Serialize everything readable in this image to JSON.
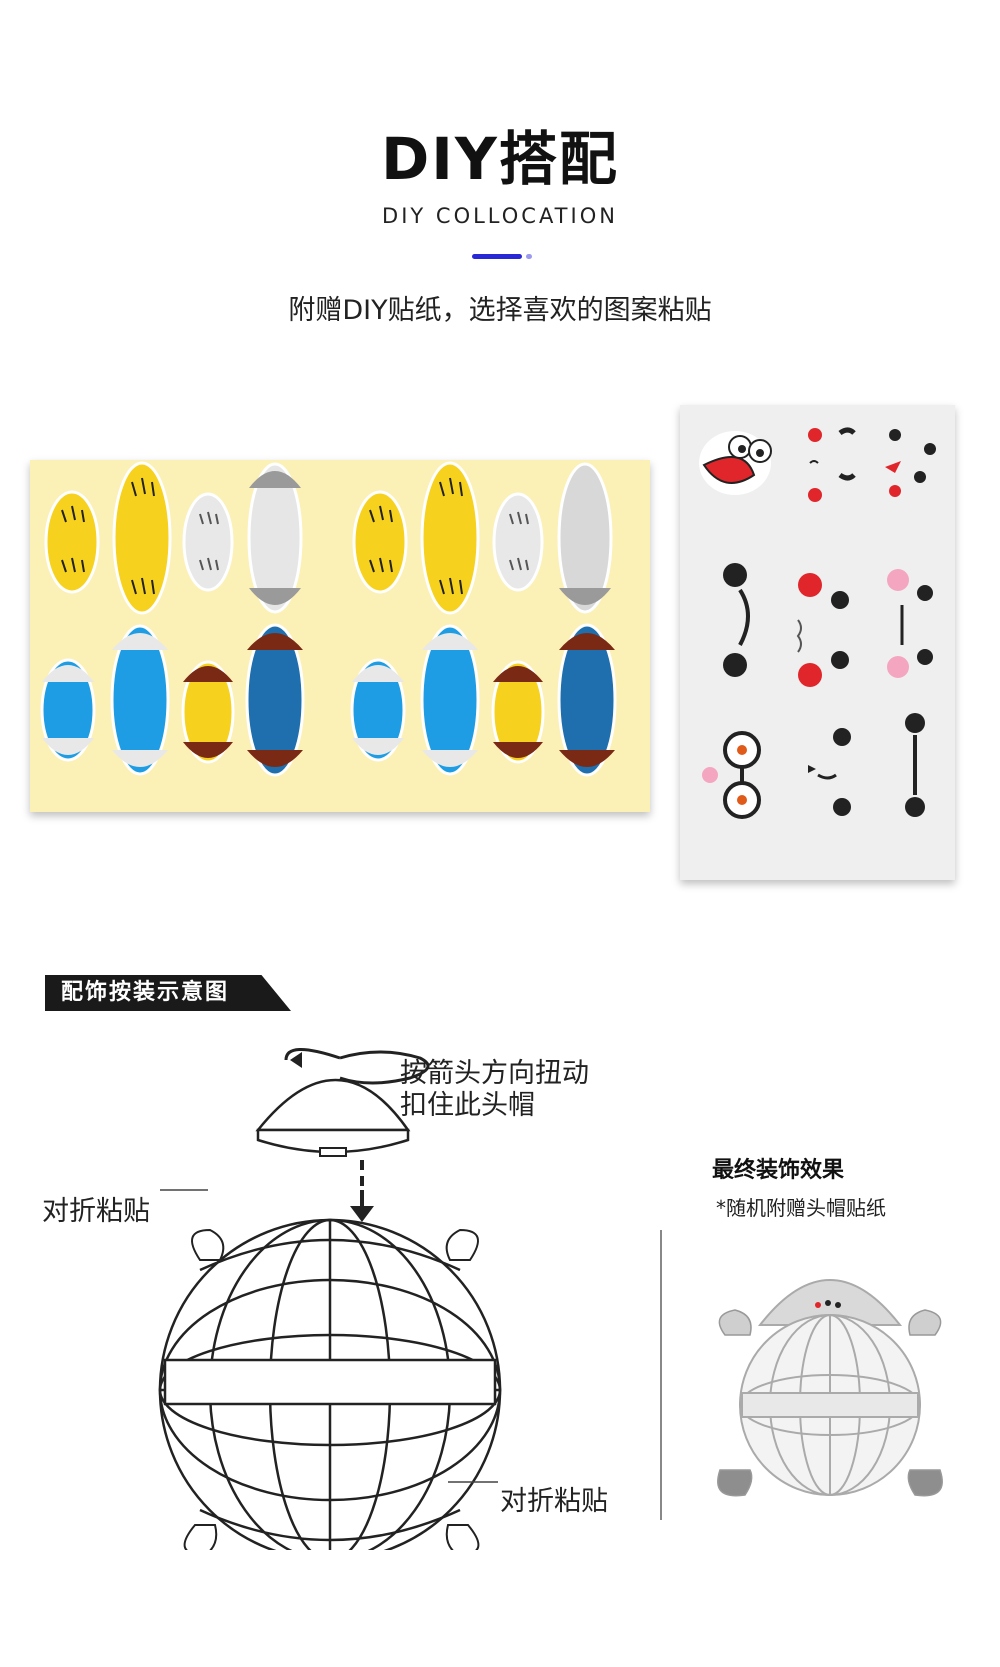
{
  "header": {
    "title": "DIY搭配",
    "subtitle": "DIY COLLOCATION",
    "description": "附赠DIY贴纸，选择喜欢的图案粘贴"
  },
  "diagram": {
    "section_label": "配饰按装示意图",
    "instruction_line1": "按箭头方向扭动",
    "instruction_line2": "扣住此头帽",
    "fold_label_top": "对折粘贴",
    "fold_label_bottom": "对折粘贴"
  },
  "final": {
    "title": "最终装饰效果",
    "note": "*随机附赠头帽贴纸"
  },
  "colors": {
    "accent": "#2828d6",
    "sticker_yellow": "#f6d21e",
    "sticker_blue": "#1e9de4",
    "sticker_darkblue": "#1f6fae",
    "sticker_brown": "#7a2a14",
    "sheet_yellow": "#fbf0b6"
  }
}
